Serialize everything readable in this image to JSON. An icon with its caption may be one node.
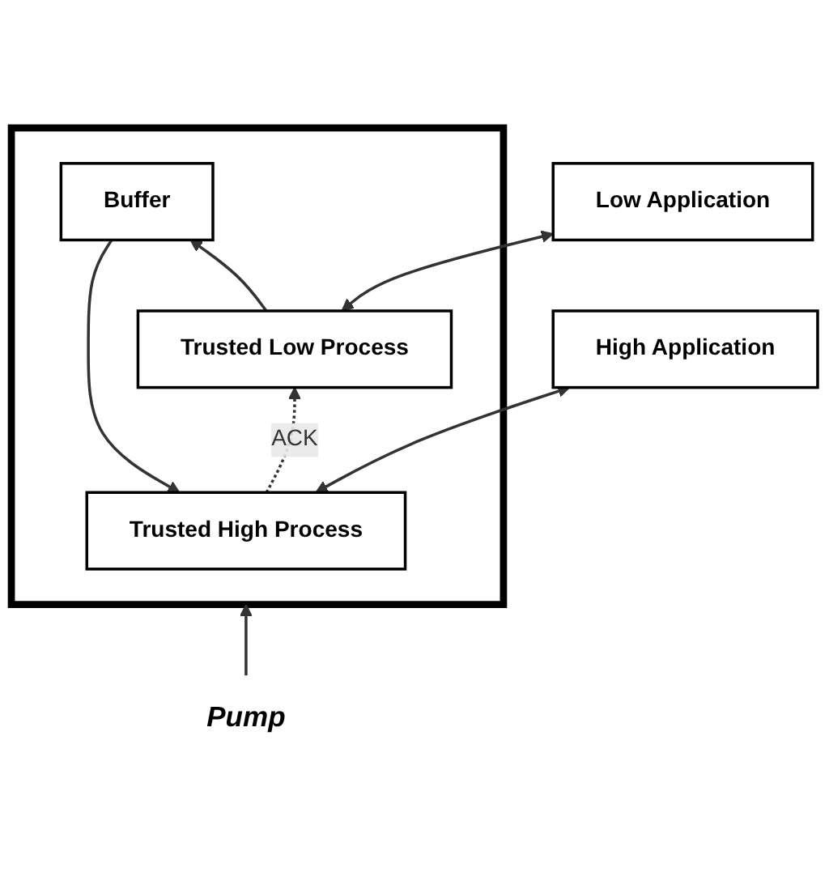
{
  "diagram": {
    "nodes": [
      {
        "text": [],
        "shape": "box"
      },
      {
        "text": [
          "Trusted High Process"
        ],
        "in": 0
      },
      {
        "text": [
          "High Application"
        ]
      },
      {
        "text": [
          "Buffer"
        ],
        "in": 0
      },
      {
        "text": [
          "Trusted Low Process"
        ],
        "in": 0
      },
      {
        "text": [
          "Low Application"
        ]
      },
      {
        "text": [
          "Pump"
        ]
      }
    ],
    "edges": [
      {
        "from": 1,
        "to": 2,
        "arrow": "both"
      },
      {
        "from": 3,
        "to": 1,
        "arrow": "to"
      },
      {
        "from": 4,
        "to": 3,
        "arrow": "to"
      },
      {
        "from": 1,
        "to": 4,
        "arrow": "to",
        "label": "ACK",
        "style": "dashed"
      },
      {
        "from": 4,
        "to": 5,
        "arrow": "both"
      },
      {
        "from": 6,
        "to": 0,
        "arrow": "to"
      }
    ]
  }
}
